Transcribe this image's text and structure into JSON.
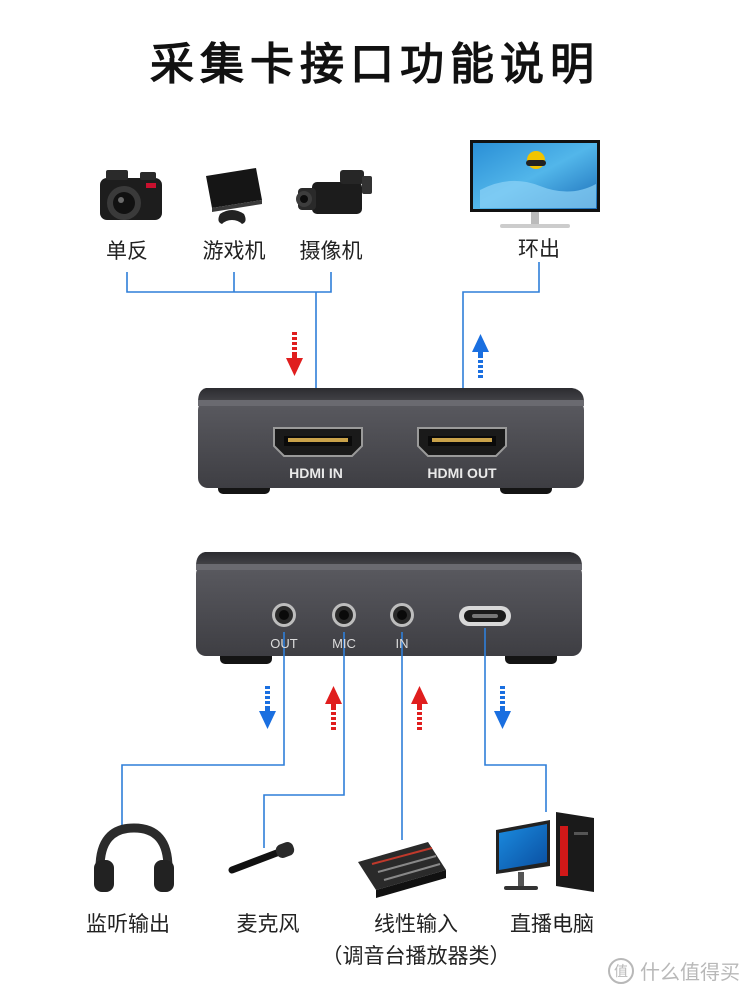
{
  "title": "采集卡接口功能说明",
  "top": {
    "inputs": [
      "单反",
      "游戏机",
      "摄像机"
    ],
    "output": "环出",
    "ports": {
      "hdmi_in": "HDMI IN",
      "hdmi_out": "HDMI OUT"
    }
  },
  "bottom": {
    "ports": {
      "out": "OUT",
      "mic": "MIC",
      "in": "IN"
    },
    "devices": [
      "监听输出",
      "麦克风",
      "线性输入",
      "直播电脑"
    ],
    "device_note": "（调音台播放器类）"
  },
  "watermark": {
    "icon_text": "值",
    "text": "什么值得买"
  },
  "colors": {
    "line": "#2f7fd9",
    "arrow_in": "#e01e1e",
    "arrow_out": "#1a6fe0",
    "device_body": "#4d4d52"
  }
}
